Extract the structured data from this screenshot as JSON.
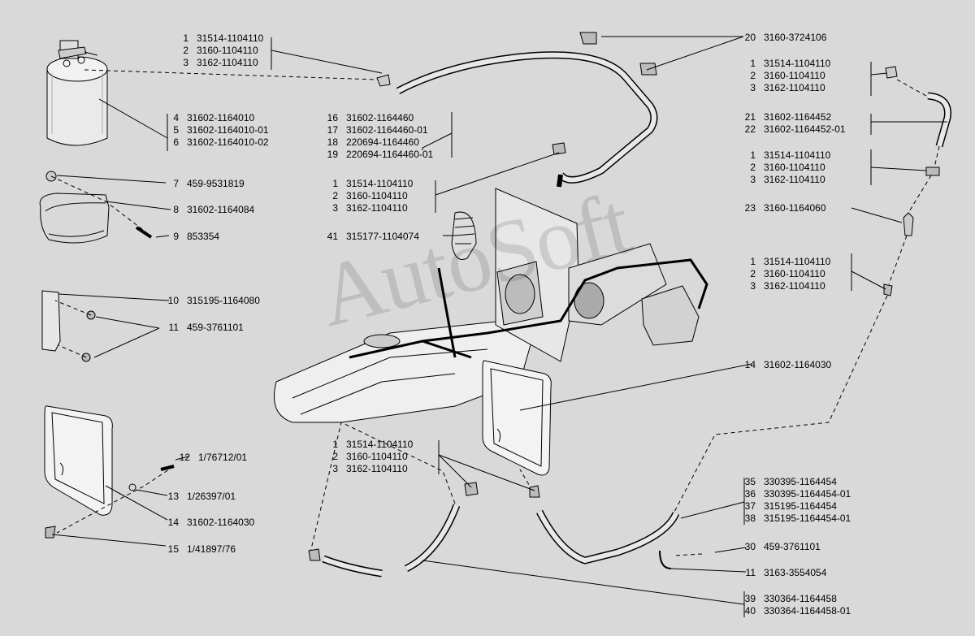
{
  "watermark": "AutoSoft",
  "groups": [
    {
      "id": "g1",
      "items": [
        {
          "num": "1",
          "code": "31514-1104110"
        },
        {
          "num": "2",
          "code": "3160-1104110"
        },
        {
          "num": "3",
          "code": "3162-1104110"
        }
      ]
    },
    {
      "id": "g2",
      "items": [
        {
          "num": "4",
          "code": "31602-1164010"
        },
        {
          "num": "5",
          "code": "31602-1164010-01"
        },
        {
          "num": "6",
          "code": "31602-1164010-02"
        }
      ]
    },
    {
      "id": "g3",
      "items": [
        {
          "num": "7",
          "code": "459-9531819"
        }
      ]
    },
    {
      "id": "g4",
      "items": [
        {
          "num": "8",
          "code": "31602-1164084"
        }
      ]
    },
    {
      "id": "g5",
      "items": [
        {
          "num": "9",
          "code": "853354"
        }
      ]
    },
    {
      "id": "g6",
      "items": [
        {
          "num": "10",
          "code": "315195-1164080"
        }
      ]
    },
    {
      "id": "g7",
      "items": [
        {
          "num": "11",
          "code": "459-3761101"
        }
      ]
    },
    {
      "id": "g8",
      "items": [
        {
          "num": "16",
          "code": "31602-1164460"
        },
        {
          "num": "17",
          "code": "31602-1164460-01"
        },
        {
          "num": "18",
          "code": "220694-1164460"
        },
        {
          "num": "19",
          "code": "220694-1164460-01"
        }
      ]
    },
    {
      "id": "g9",
      "items": [
        {
          "num": "1",
          "code": "31514-1104110"
        },
        {
          "num": "2",
          "code": "3160-1104110"
        },
        {
          "num": "3",
          "code": "3162-1104110"
        }
      ]
    },
    {
      "id": "g10",
      "items": [
        {
          "num": "41",
          "code": "315177-1104074"
        }
      ]
    },
    {
      "id": "g11",
      "items": [
        {
          "num": "20",
          "code": "3160-3724106"
        }
      ]
    },
    {
      "id": "g12",
      "items": [
        {
          "num": "1",
          "code": "31514-1104110"
        },
        {
          "num": "2",
          "code": "3160-1104110"
        },
        {
          "num": "3",
          "code": "3162-1104110"
        }
      ]
    },
    {
      "id": "g13",
      "items": [
        {
          "num": "21",
          "code": "31602-1164452"
        },
        {
          "num": "22",
          "code": "31602-1164452-01"
        }
      ]
    },
    {
      "id": "g14",
      "items": [
        {
          "num": "1",
          "code": "31514-1104110"
        },
        {
          "num": "2",
          "code": "3160-1104110"
        },
        {
          "num": "3",
          "code": "3162-1104110"
        }
      ]
    },
    {
      "id": "g15",
      "items": [
        {
          "num": "23",
          "code": "3160-1164060"
        }
      ]
    },
    {
      "id": "g16",
      "items": [
        {
          "num": "1",
          "code": "31514-1104110"
        },
        {
          "num": "2",
          "code": "3160-1104110"
        },
        {
          "num": "3",
          "code": "3162-1104110"
        }
      ]
    },
    {
      "id": "g17",
      "items": [
        {
          "num": "14",
          "code": "31602-1164030"
        }
      ]
    },
    {
      "id": "g18",
      "items": [
        {
          "num": "12",
          "code": "1/76712/01"
        }
      ]
    },
    {
      "id": "g19",
      "items": [
        {
          "num": "13",
          "code": "1/26397/01"
        }
      ]
    },
    {
      "id": "g20",
      "items": [
        {
          "num": "14",
          "code": "31602-1164030"
        }
      ]
    },
    {
      "id": "g21",
      "items": [
        {
          "num": "15",
          "code": "1/41897/76"
        }
      ]
    },
    {
      "id": "g22",
      "items": [
        {
          "num": "1",
          "code": "31514-1104110"
        },
        {
          "num": "2",
          "code": "3160-1104110"
        },
        {
          "num": "3",
          "code": "3162-1104110"
        }
      ]
    },
    {
      "id": "g23",
      "items": [
        {
          "num": "35",
          "code": "330395-1164454"
        },
        {
          "num": "36",
          "code": "330395-1164454-01"
        },
        {
          "num": "37",
          "code": "315195-1164454"
        },
        {
          "num": "38",
          "code": "315195-1164454-01"
        }
      ]
    },
    {
      "id": "g24",
      "items": [
        {
          "num": "30",
          "code": "459-3761101"
        }
      ]
    },
    {
      "id": "g25",
      "items": [
        {
          "num": "11",
          "code": "3163-3554054"
        }
      ]
    },
    {
      "id": "g26",
      "items": [
        {
          "num": "39",
          "code": "330364-1164458"
        },
        {
          "num": "40",
          "code": "330364-1164458-01"
        }
      ]
    }
  ]
}
